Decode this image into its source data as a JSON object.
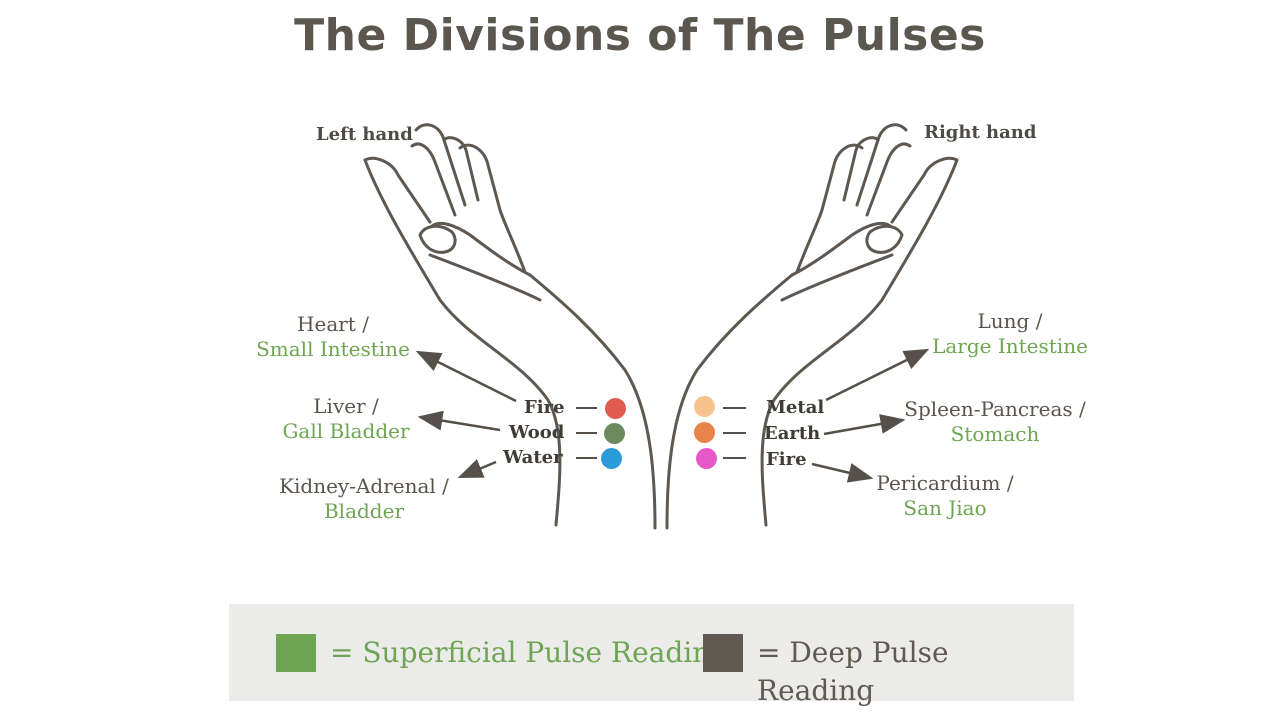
{
  "title": "The Divisions of The Pulses",
  "left_hand": {
    "label": "Left hand",
    "organs": [
      {
        "deep": "Heart /",
        "superficial": "Small Intestine"
      },
      {
        "deep": "Liver /",
        "superficial": "Gall Bladder"
      },
      {
        "deep": "Kidney-Adrenal  /",
        "superficial": "Bladder"
      }
    ],
    "elements": [
      {
        "name": "Fire",
        "color": "#e05a50"
      },
      {
        "name": "Wood",
        "color": "#6b8a5d"
      },
      {
        "name": "Water",
        "color": "#2b9ad8"
      }
    ]
  },
  "right_hand": {
    "label": "Right hand",
    "organs": [
      {
        "deep": "Lung /",
        "superficial": "Large Intestine"
      },
      {
        "deep": "Spleen-Pancreas /",
        "superficial": "Stomach"
      },
      {
        "deep": "Pericardium /",
        "superficial": "San Jiao"
      }
    ],
    "elements": [
      {
        "name": "Metal",
        "color": "#f7c48f"
      },
      {
        "name": "Earth",
        "color": "#e8834a"
      },
      {
        "name": "Fire",
        "color": "#e657c8"
      }
    ]
  },
  "legend": {
    "superficial": {
      "text": "= Superficial Pulse Reading",
      "color": "#6ea552"
    },
    "deep": {
      "text": "= Deep Pulse Reading",
      "color": "#605a52"
    }
  }
}
